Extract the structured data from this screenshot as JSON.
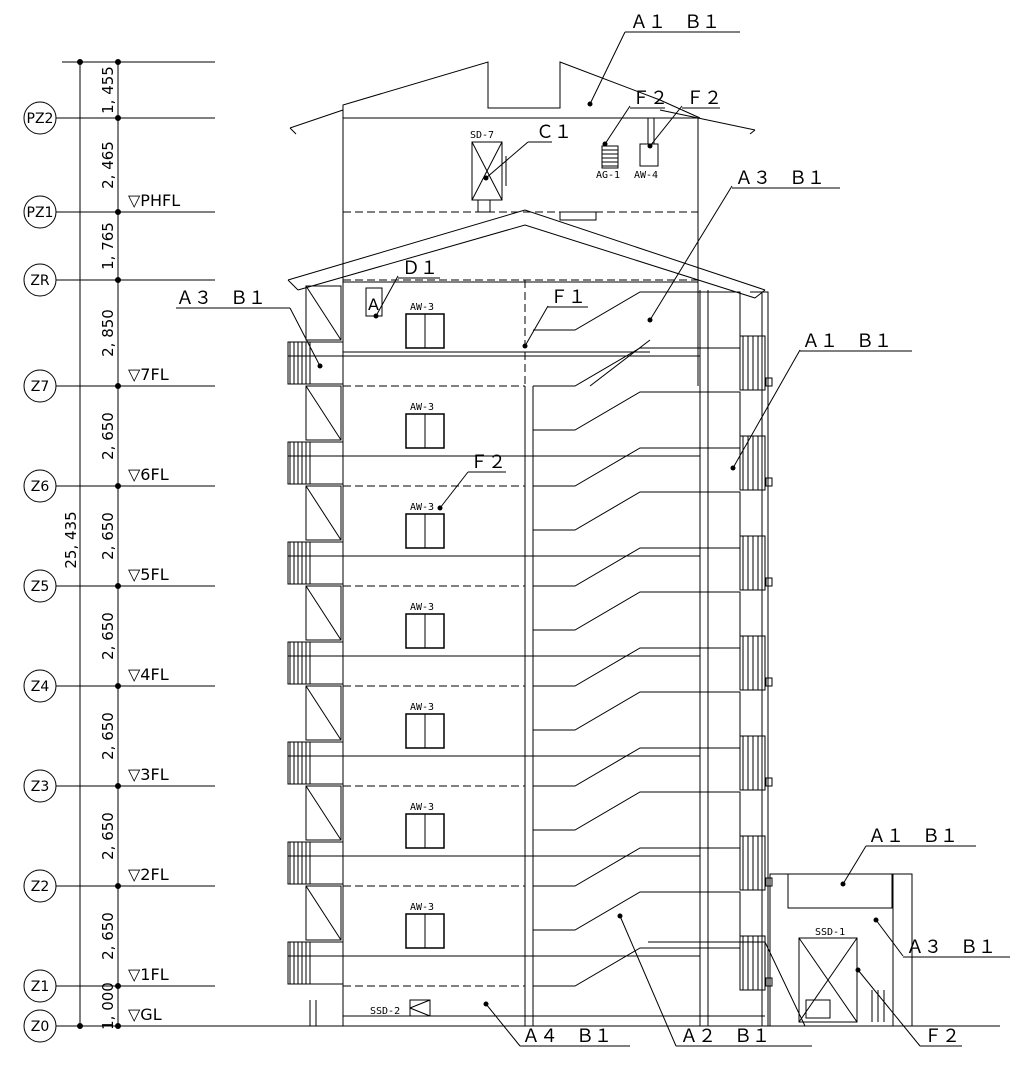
{
  "grid_labels": [
    "PZ2",
    "PZ1",
    "ZR",
    "Z7",
    "Z6",
    "Z5",
    "Z4",
    "Z3",
    "Z2",
    "Z1",
    "Z0"
  ],
  "floor_levels": [
    "▽PHFL",
    "▽7FL",
    "▽6FL",
    "▽5FL",
    "▽4FL",
    "▽3FL",
    "▽2FL",
    "▽1FL",
    "▽GL"
  ],
  "dimensions": [
    "1, 455",
    "2, 465",
    "1, 765",
    "2, 850",
    "2, 650",
    "2, 650",
    "2, 650",
    "2, 650",
    "2, 650",
    "2, 650",
    "1, 000"
  ],
  "total_height": "25, 435",
  "callouts": {
    "a1b1_top": "Ａ１　Ｂ１",
    "f2_a": "Ｆ２",
    "f2_b": "Ｆ２",
    "c1": "Ｃ１",
    "a3b1_right": "Ａ３　Ｂ１",
    "d1": "Ｄ１",
    "a3b1_left": "Ａ３　Ｂ１",
    "f1": "Ｆ１",
    "a1b1_mid": "Ａ１　Ｂ１",
    "f2_mid": "Ｆ２",
    "a1b1_annex": "Ａ１　Ｂ１",
    "a3b1_annex": "Ａ３　Ｂ１",
    "a4b1": "Ａ４　Ｂ１",
    "a2b1": "Ａ２　Ｂ１",
    "f2_bottom": "Ｆ２"
  },
  "tags": {
    "sd7": "SD-7",
    "ag1": "AG-1",
    "aw4": "AW-4",
    "aw3": "AW-3",
    "ssd1": "SSD-1",
    "ssd2": "SSD-2",
    "a_mark": "A"
  }
}
